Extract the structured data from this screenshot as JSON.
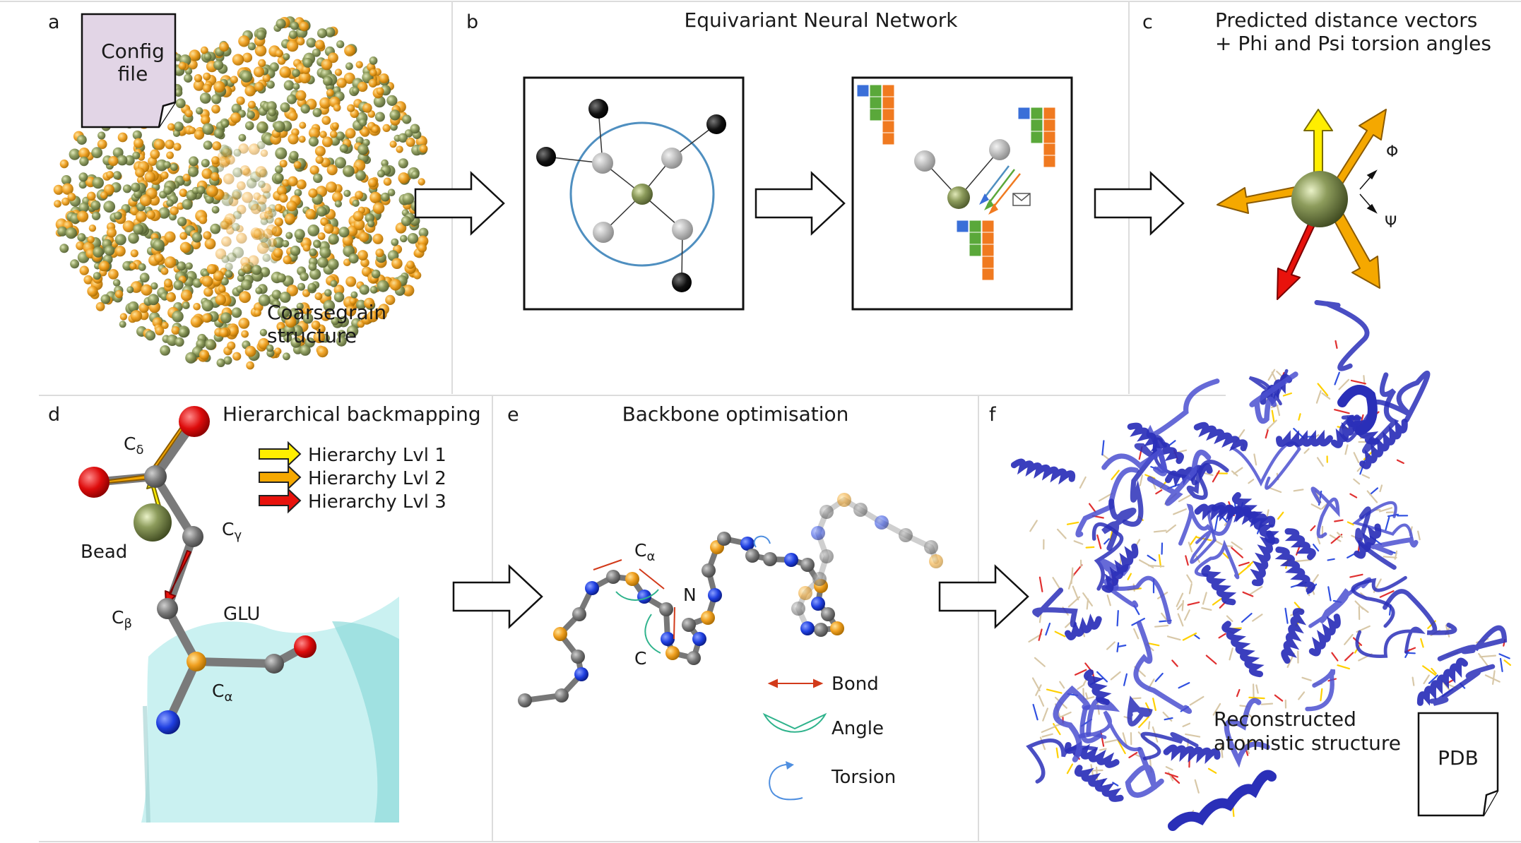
{
  "panels": {
    "a": {
      "letter": "a",
      "config_line1": "Config",
      "config_line2": "file",
      "caption_line1": "Coarsegrain",
      "caption_line2": "structure"
    },
    "b": {
      "letter": "b",
      "title": "Equivariant Neural Network"
    },
    "c": {
      "letter": "c",
      "title_line1": "Predicted distance vectors",
      "title_line2": "+ Phi and Psi torsion angles",
      "phi": "Φ",
      "psi": "Ψ"
    },
    "d": {
      "letter": "d",
      "title": "Hierarchical backmapping",
      "legend": [
        "Hierarchy Lvl 1",
        "Hierarchy Lvl 2",
        "Hierarchy Lvl 3"
      ],
      "legend_colors": [
        "#ffee00",
        "#f5a800",
        "#e8120c"
      ],
      "atom_c": "C",
      "sub_delta": "δ",
      "sub_gamma": "γ",
      "sub_beta": "β",
      "sub_alpha": "α",
      "bead": "Bead",
      "residue": "GLU"
    },
    "e": {
      "letter": "e",
      "title": "Backbone optimisation",
      "atom_c": "C",
      "sub_alpha": "α",
      "atom_n": "N",
      "legend": [
        "Bond",
        "Angle",
        "Torsion"
      ]
    },
    "f": {
      "letter": "f",
      "caption_line1": "Reconstructed",
      "caption_line2": "atomistic structure",
      "pdb": "PDB"
    }
  },
  "colors": {
    "bead_green": "#8a9a5b",
    "bead_orange": "#f0a020",
    "gnn_circle": "#4f8fc0",
    "protein_blue": "#2a2fb8",
    "atom_carbon": "#8c8c8c",
    "atom_nitrogen": "#2244dd",
    "atom_oxygen": "#cc1111",
    "config_bg": "#e2d5e6"
  }
}
